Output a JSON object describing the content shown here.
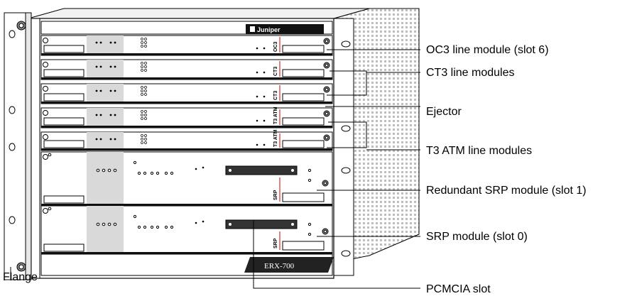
{
  "chassis": {
    "brand": "Juniper",
    "model": "ERX-700"
  },
  "modules": [
    {
      "label": "OC3"
    },
    {
      "label": "CT3"
    },
    {
      "label": "CT3"
    },
    {
      "label": "T3 ATM"
    },
    {
      "label": "T3 ATM"
    },
    {
      "label": "SRP"
    },
    {
      "label": "SRP"
    }
  ],
  "callouts": {
    "oc3": "OC3 line module (slot 6)",
    "ct3": "CT3 line modules",
    "ejector": "Ejector",
    "t3atm": "T3 ATM line modules",
    "redundant_srp": "Redundant SRP module (slot 1)",
    "srp": "SRP module (slot 0)",
    "pcmcia": "PCMCIA slot",
    "flange": "Flange"
  },
  "colors": {
    "line": "#000000",
    "panel_gray": "#d9d9d9",
    "chassis_light": "#f2f2f2",
    "mesh": "#c8c8c8",
    "bezel": "#111111",
    "slot_label": "#cc0000"
  }
}
